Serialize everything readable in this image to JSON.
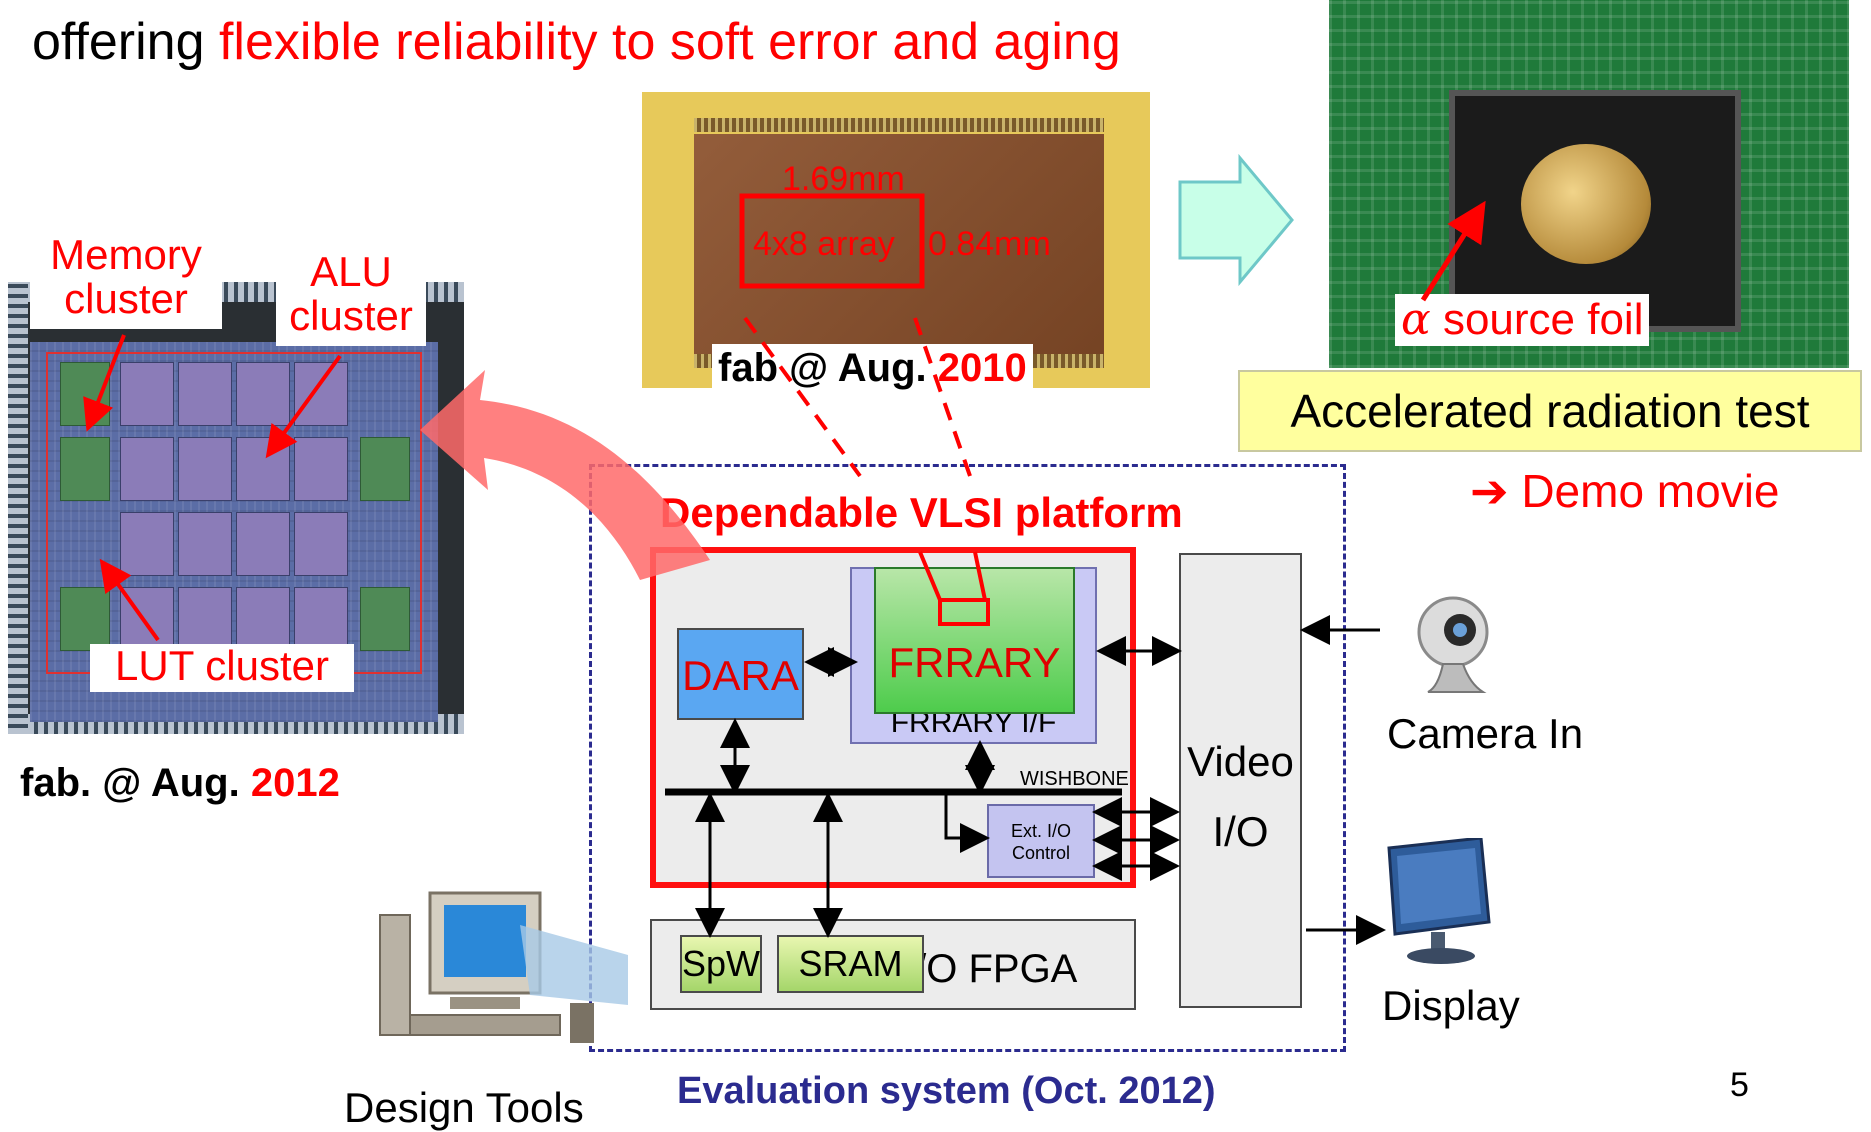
{
  "headline": {
    "prefix": "offering ",
    "highlight": "flexible reliability to soft error and aging"
  },
  "chip_2012": {
    "memory_label": "Memory\ncluster",
    "alu_label": "ALU\ncluster",
    "lut_label": "LUT cluster",
    "caption_prefix": "fab.  @ Aug. ",
    "caption_year": "2012"
  },
  "chip_2010": {
    "dim_width": "1.69mm",
    "dim_height": "0.84mm",
    "array_label": "4x8 array",
    "caption_prefix": "fab @ Aug. ",
    "caption_year": "2010"
  },
  "radiation": {
    "foil_symbol": "α",
    "foil_label": " source foil",
    "test_label": "Accelerated radiation test",
    "demo_arrow": "➔",
    "demo_label": " Demo movie"
  },
  "platform": {
    "title": "Dependable VLSI platform",
    "dara": "DARA",
    "frrary": "FRRARY",
    "frrary_if": "FRRARY I/F",
    "bus": "WISHBONE",
    "ext_io": "Ext. I/O\nControl",
    "video_io": "Video\nI/O",
    "fpga": "I/O FPGA",
    "spw": "SpW",
    "sram": "SRAM",
    "system_caption": "Evaluation system (Oct. 2012)"
  },
  "peripherals": {
    "camera": "Camera In",
    "display": "Display",
    "design_tools": "Design Tools"
  },
  "page_number": "5",
  "colors": {
    "accent_red": "#ff0000",
    "frame_blue": "#2b2b8f",
    "highlight_yellow": "#ffff9e"
  }
}
